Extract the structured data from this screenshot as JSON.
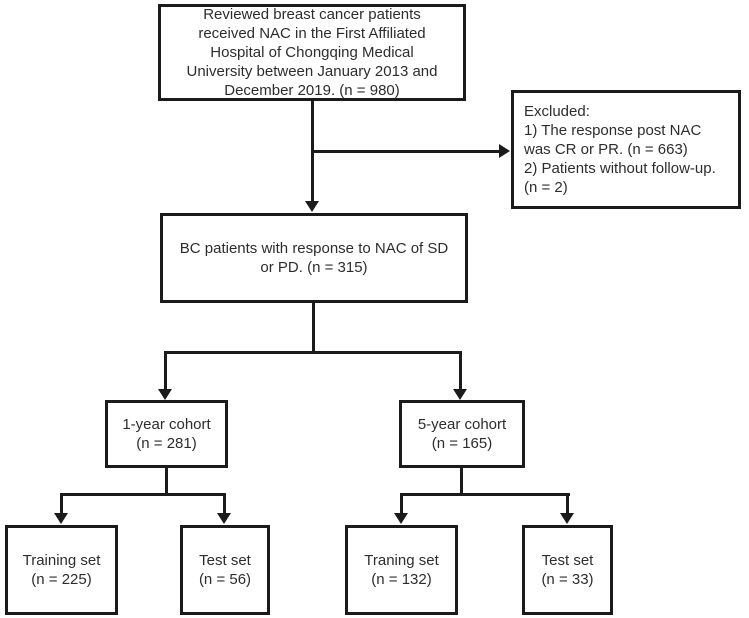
{
  "diagram": {
    "type": "patient-selection-flowchart",
    "nodes": {
      "reviewed": "Reviewed breast cancer patients\nreceived NAC in the First Affiliated\nHospital of Chongqing Medical\nUniversity between January 2013 and\nDecember 2019. (n = 980)",
      "excluded": "Excluded:\n1) The response post NAC\nwas CR or PR. (n = 663)\n2) Patients without follow-up.\n(n = 2)",
      "sd_pd": "BC patients with response to NAC of SD\nor PD. (n = 315)",
      "cohort_1yr": "1-year cohort\n(n = 281)",
      "cohort_5yr": "5-year cohort\n(n = 165)",
      "training_1yr": "Training set\n(n = 225)",
      "test_1yr": "Test set\n(n = 56)",
      "training_5yr": "Traning set\n(n = 132)",
      "test_5yr": "Test set\n(n = 33)"
    },
    "counts": {
      "reviewed": 980,
      "excluded_cr_pr": 663,
      "excluded_no_followup": 2,
      "sd_pd": 315,
      "cohort_1yr": 281,
      "cohort_5yr": 165,
      "training_1yr": 225,
      "test_1yr": 56,
      "training_5yr": 132,
      "test_5yr": 33
    },
    "colors": {
      "line": "#1b1b1b",
      "text": "#2d2d2d",
      "background": "#ffffff"
    }
  }
}
